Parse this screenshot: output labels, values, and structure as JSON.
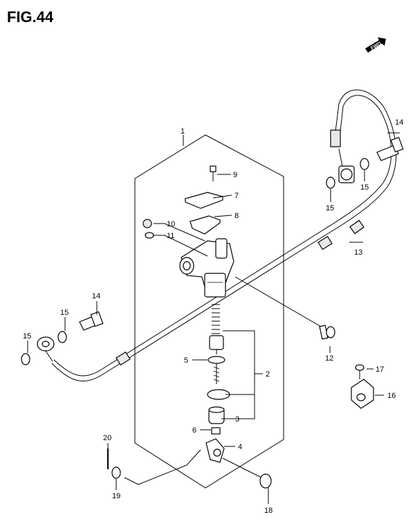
{
  "figure": {
    "title": "FIG.44",
    "fwd_label": "FWD"
  },
  "callouts": {
    "c1": "1",
    "c2": "2",
    "c3": "3",
    "c4": "4",
    "c5": "5",
    "c6": "6",
    "c7": "7",
    "c8": "8",
    "c9": "9",
    "c10": "10",
    "c11": "11",
    "c12": "12",
    "c13": "13",
    "c14a": "14",
    "c14b": "14",
    "c15a": "15",
    "c15b": "15",
    "c15c": "15",
    "c15d": "15",
    "c16": "16",
    "c17": "17",
    "c18": "18",
    "c19": "19",
    "c20": "20"
  }
}
